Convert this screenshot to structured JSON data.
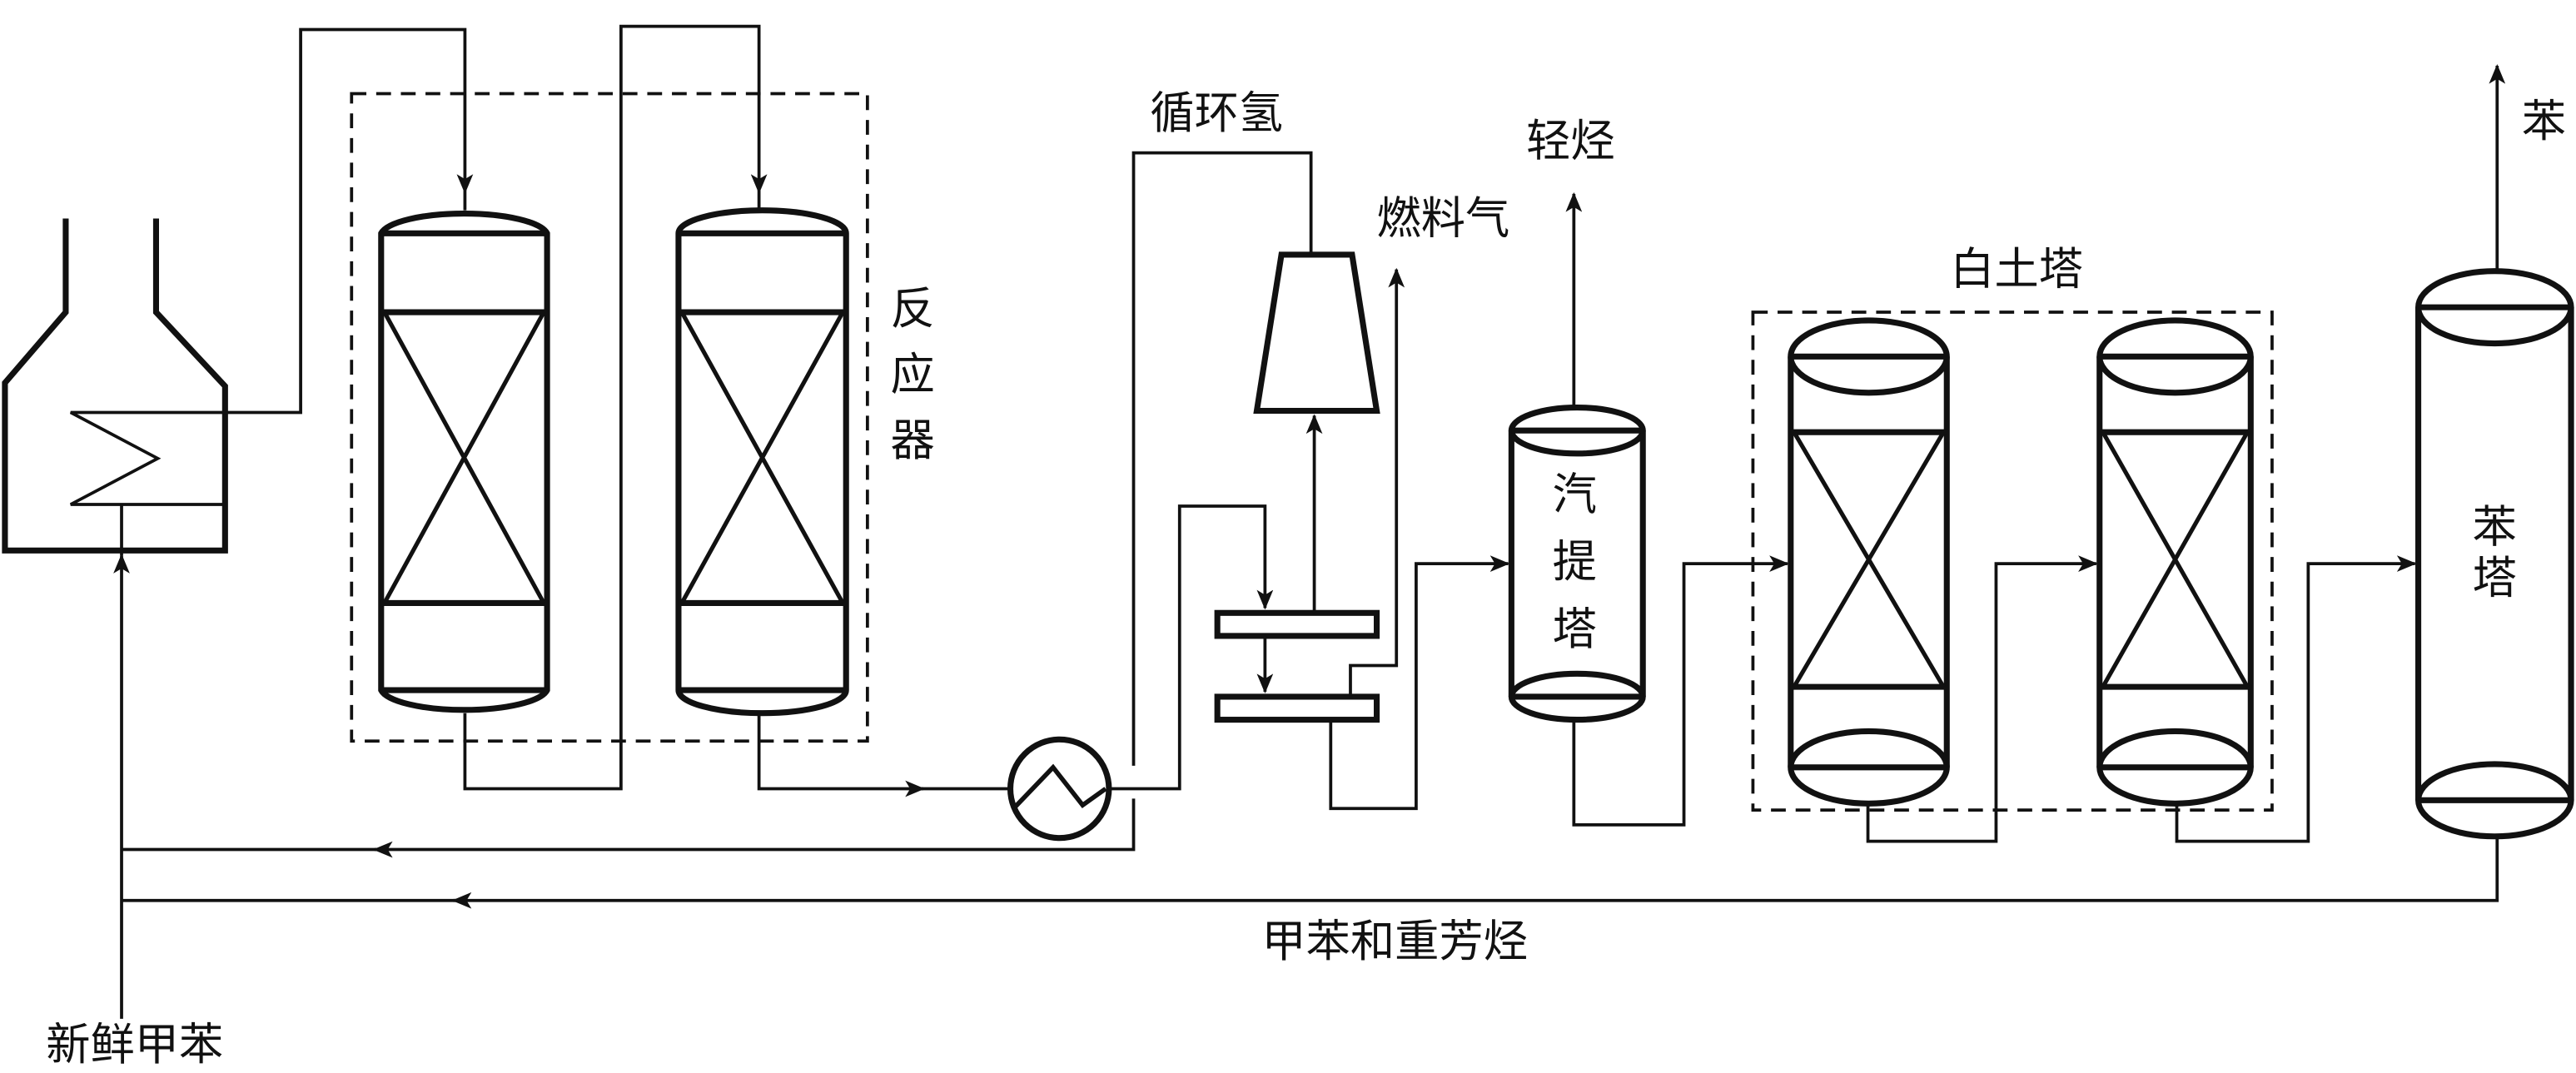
{
  "labels": {
    "reactor": [
      "反",
      "应",
      "器"
    ],
    "recycle_hydrogen": "循环氢",
    "fuel_gas": "燃料气",
    "light_hydrocarbons": "轻烃",
    "stripper": [
      "汽",
      "提",
      "塔"
    ],
    "clay_tower": "白土塔",
    "benzene_column": [
      "苯",
      "塔"
    ],
    "benzene": "苯",
    "toluene_heavy_aromatics": "甲苯和重芳烃",
    "fresh_toluene": "新鲜甲苯"
  },
  "colors": {
    "line": "#111111",
    "background": "#ffffff"
  }
}
